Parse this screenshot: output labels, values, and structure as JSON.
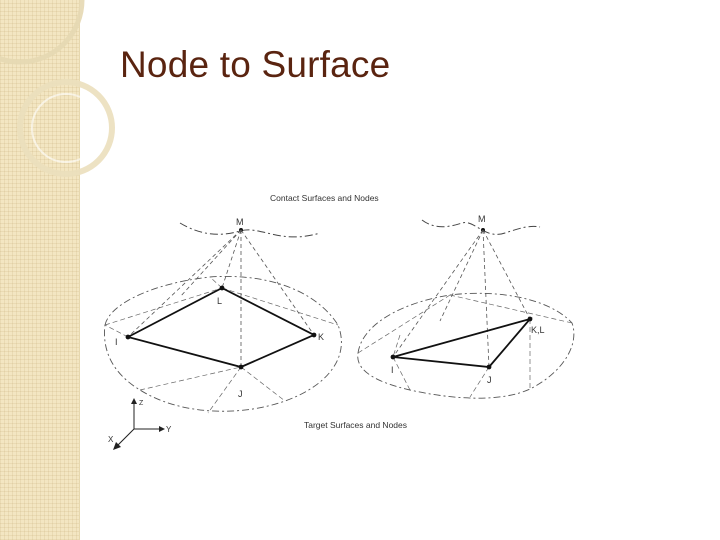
{
  "slide": {
    "title": "Node to Surface"
  },
  "figure": {
    "caption_top": "Contact Surfaces and Nodes",
    "caption_bottom": "Target Surfaces and Nodes",
    "left_part": {
      "contact_node": "M",
      "target_labels": {
        "l": "L",
        "i": "I",
        "k": "K",
        "j": "J"
      }
    },
    "right_part": {
      "contact_node": "M",
      "target_labels": {
        "kl": "K,L",
        "i": "I",
        "j": "J"
      }
    },
    "axes": {
      "x": "X",
      "y": "Y",
      "z": "Z"
    }
  },
  "colors": {
    "title": "#5a2410",
    "strip": "#f3e6c2",
    "lines": "#444444"
  }
}
